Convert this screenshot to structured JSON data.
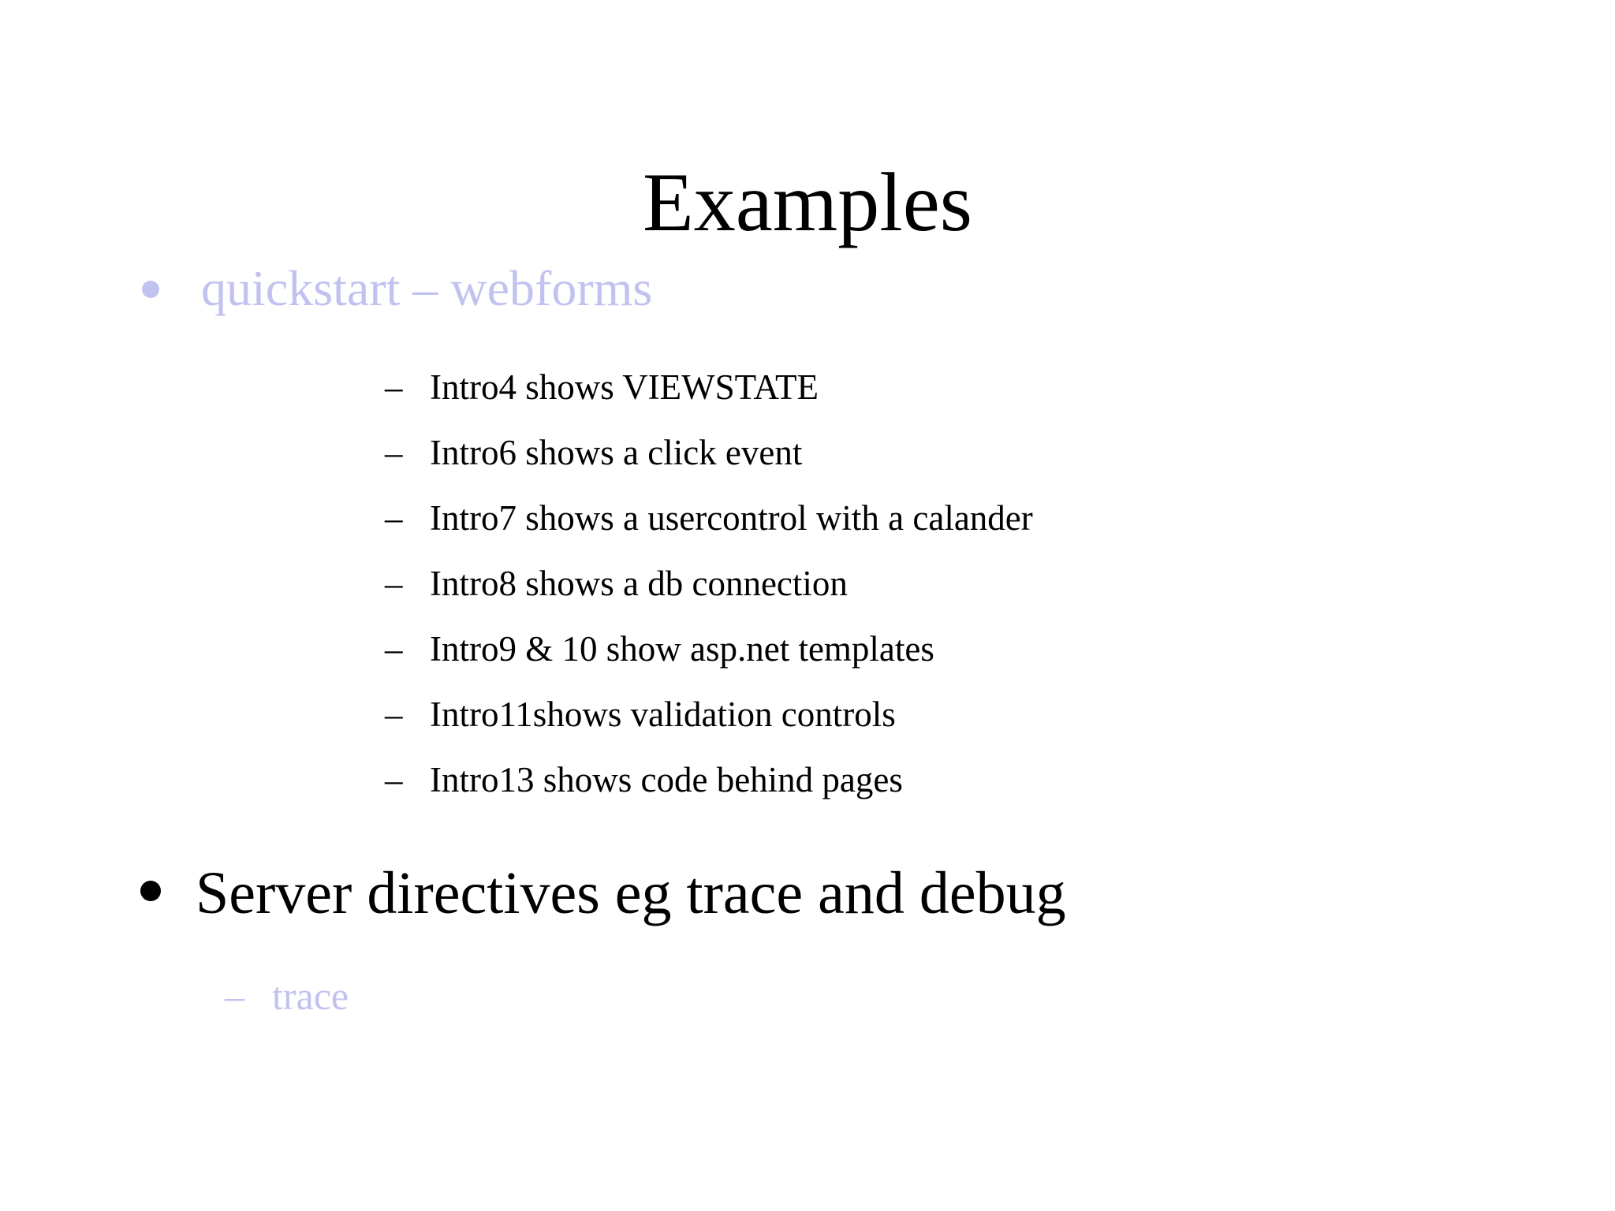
{
  "slide": {
    "title": "Examples",
    "background_color": "#FFFFFF",
    "accent_color": "#C2C2F0",
    "text_color": "#000000",
    "bullets": [
      {
        "level": 1,
        "marker": "bullet-dot",
        "text": "quickstart – webforms",
        "color": "#C2C2F0"
      },
      {
        "level": 3,
        "marker": "dash",
        "text": "Intro4 shows VIEWSTATE",
        "color": "#000000"
      },
      {
        "level": 3,
        "marker": "dash",
        "text": "Intro6 shows a click event",
        "color": "#000000"
      },
      {
        "level": 3,
        "marker": "dash",
        "text": "Intro7 shows a usercontrol with a calander",
        "color": "#000000"
      },
      {
        "level": 3,
        "marker": "dash",
        "text": "Intro8 shows a db connection",
        "color": "#000000"
      },
      {
        "level": 3,
        "marker": "dash",
        "text": "Intro9 & 10  show asp.net templates",
        "color": "#000000"
      },
      {
        "level": 3,
        "marker": "dash",
        "text": "Intro11shows validation controls",
        "color": "#000000"
      },
      {
        "level": 3,
        "marker": "dash",
        "text": "Intro13 shows code behind pages",
        "color": "#000000"
      },
      {
        "level": 1,
        "marker": "bullet-dot",
        "text": "Server directives eg trace and debug",
        "color": "#000000"
      },
      {
        "level": 2,
        "marker": "dash",
        "text": "trace",
        "color": "#C2C2F0"
      }
    ],
    "markers": {
      "dash_glyph": "–"
    }
  }
}
